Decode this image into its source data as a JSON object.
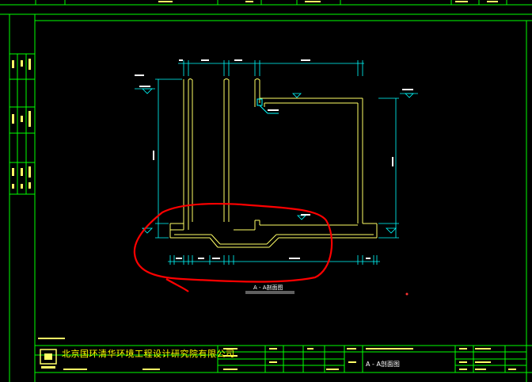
{
  "title_block": {
    "company_name_cn": "北京国环清华环境工程设计研究院有限公司",
    "section_label": "A - A剖面图"
  },
  "section_label": "A - A剖面图",
  "colors": {
    "background": "#000000",
    "frame": "#00ff00",
    "structure": "#ffff66",
    "dimension": "#00ffff",
    "annotation": "#ff0000",
    "text": "#ffffff"
  }
}
